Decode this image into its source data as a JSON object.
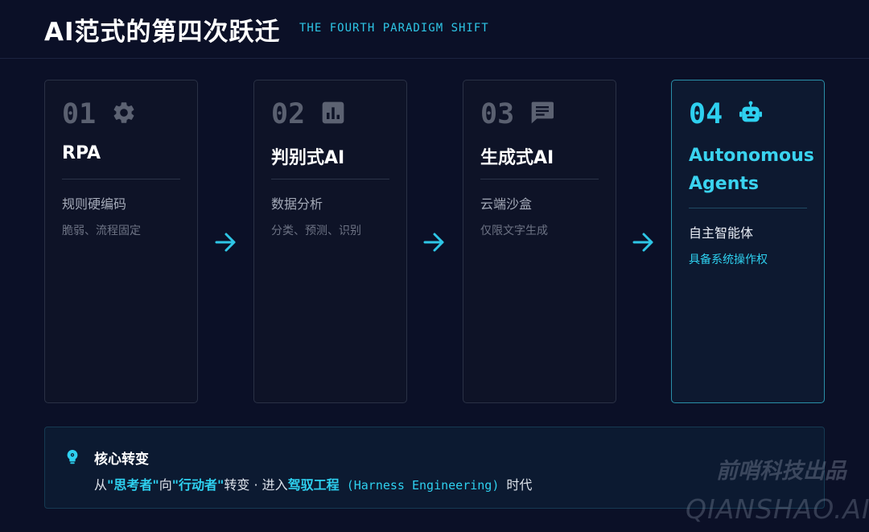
{
  "header": {
    "title": "AI范式的第四次跃迁",
    "subtitle": "THE FOURTH PARADIGM SHIFT"
  },
  "cards": [
    {
      "num": "01",
      "icon": "gear-icon",
      "name": "RPA",
      "desc": "规则硬编码",
      "sub": "脆弱、流程固定"
    },
    {
      "num": "02",
      "icon": "bar-chart-icon",
      "name": "判别式AI",
      "desc": "数据分析",
      "sub": "分类、预测、识别"
    },
    {
      "num": "03",
      "icon": "chat-icon",
      "name": "生成式AI",
      "desc": "云端沙盒",
      "sub": "仅限文字生成"
    },
    {
      "num": "04",
      "icon": "robot-icon",
      "name": "Autonomous Agents",
      "desc": "自主智能体",
      "sub": "具备系统操作权"
    }
  ],
  "footer": {
    "icon": "lightbulb-icon",
    "title": "核心转变",
    "p1": "从",
    "h1": "\"思考者\"",
    "p2": "向",
    "h2": "\"行动者\"",
    "p3": "转变 · 进入",
    "h3": "驾驭工程",
    "h4": " (Harness Engineering) ",
    "p4": "时代"
  },
  "watermark": {
    "line1": "前哨科技出品",
    "line2": "QIANSHAO.AI"
  },
  "colors": {
    "background": "#0b1027",
    "accent": "#2ed0ef",
    "card_border": "#2a3145",
    "muted": "#5a6070"
  }
}
